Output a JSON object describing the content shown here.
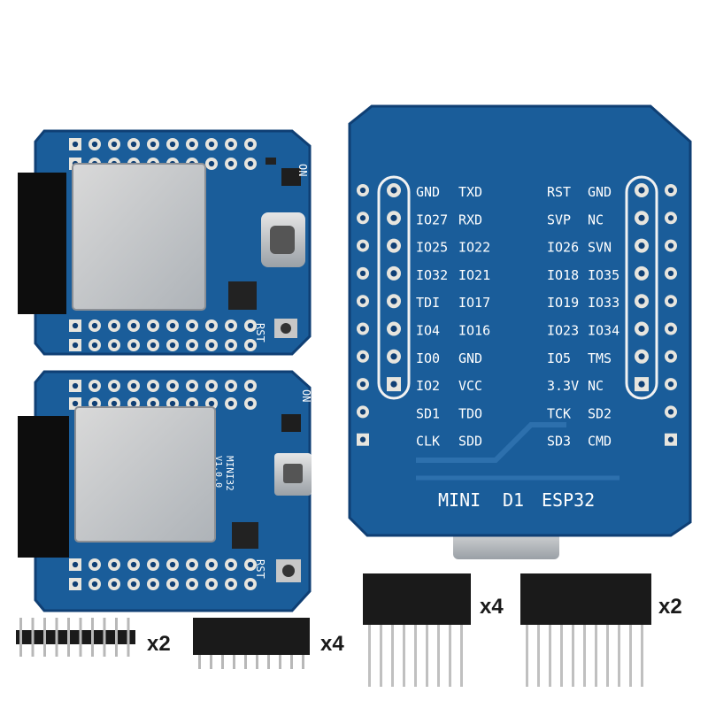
{
  "board_top": {
    "label_rst": "RST",
    "label_on": "ON"
  },
  "board_bottom": {
    "label_rst": "RST",
    "label_on": "ON",
    "label_mini32": "MINI32",
    "label_version": "V1.0.0"
  },
  "board_back": {
    "pin_labels": [
      [
        "GND",
        "TXD",
        "RST",
        "GND"
      ],
      [
        "IO27",
        "RXD",
        "SVP",
        "NC"
      ],
      [
        "IO25",
        "IO22",
        "IO26",
        "SVN"
      ],
      [
        "IO32",
        "IO21",
        "IO18",
        "IO35"
      ],
      [
        "TDI",
        "IO17",
        "IO19",
        "IO33"
      ],
      [
        "IO4",
        "IO16",
        "IO23",
        "IO34"
      ],
      [
        "IO0",
        "GND",
        "IO5",
        "TMS"
      ],
      [
        "IO2",
        "VCC",
        "3.3V",
        "NC"
      ],
      [
        "SD1",
        "TDO",
        "TCK",
        "SD2"
      ],
      [
        "CLK",
        "SDD",
        "SD3",
        "CMD"
      ]
    ],
    "title": [
      "MINI",
      "D1",
      "ESP32"
    ]
  },
  "headers": [
    {
      "kind": "male-pin-header",
      "quantity": "x2"
    },
    {
      "kind": "short-female-header",
      "quantity": "x4"
    },
    {
      "kind": "long-female-header",
      "quantity": "x4"
    },
    {
      "kind": "long-female-header",
      "quantity": "x2"
    }
  ],
  "colors": {
    "pcb_blue": "#1a5d9a",
    "pcb_dark": "#0f3f74",
    "pad_gold": "#d7d2c4",
    "shield": "#c8c8c8",
    "header_black": "#1a1a1a",
    "pin_metal": "#b8b8b8"
  }
}
